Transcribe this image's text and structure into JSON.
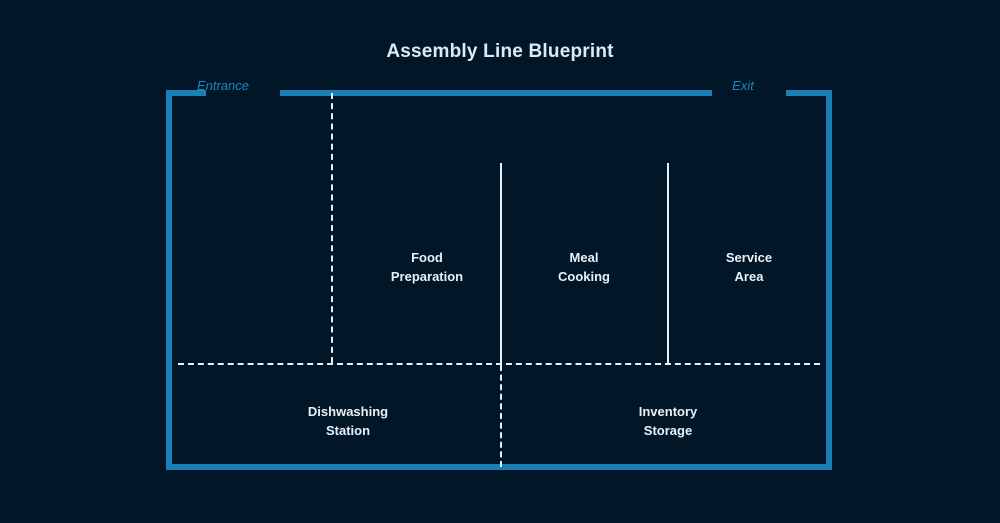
{
  "page": {
    "title": "Assembly Line Blueprint",
    "background_color": "#011627"
  },
  "colors": {
    "background": "#011627",
    "wall": "#1a7fb5",
    "door_label": "#1a86c2",
    "partition": "#e8f1f8",
    "zone_label": "#e8f1f8",
    "title": "#dbeaf5"
  },
  "floorplan": {
    "doors": [
      {
        "name": "entrance",
        "label": "Entrance"
      },
      {
        "name": "exit",
        "label": "Exit"
      }
    ],
    "zones": [
      {
        "name": "food-preparation",
        "line1": "Food",
        "line2": "Preparation"
      },
      {
        "name": "meal-cooking",
        "line1": "Meal",
        "line2": "Cooking"
      },
      {
        "name": "service-area",
        "line1": "Service",
        "line2": "Area"
      },
      {
        "name": "dishwashing-station",
        "line1": "Dishwashing",
        "line2": "Station"
      },
      {
        "name": "inventory-storage",
        "line1": "Inventory",
        "line2": "Storage"
      }
    ],
    "partitions": [
      {
        "name": "entry-corridor-divider",
        "style": "dashed",
        "orientation": "vertical"
      },
      {
        "name": "prep-cook-divider",
        "style": "solid",
        "orientation": "vertical"
      },
      {
        "name": "cook-service-divider",
        "style": "solid",
        "orientation": "vertical"
      },
      {
        "name": "front-back-divider",
        "style": "dashed",
        "orientation": "horizontal"
      },
      {
        "name": "dishwashing-inventory-divider",
        "style": "dashed",
        "orientation": "vertical"
      }
    ]
  }
}
